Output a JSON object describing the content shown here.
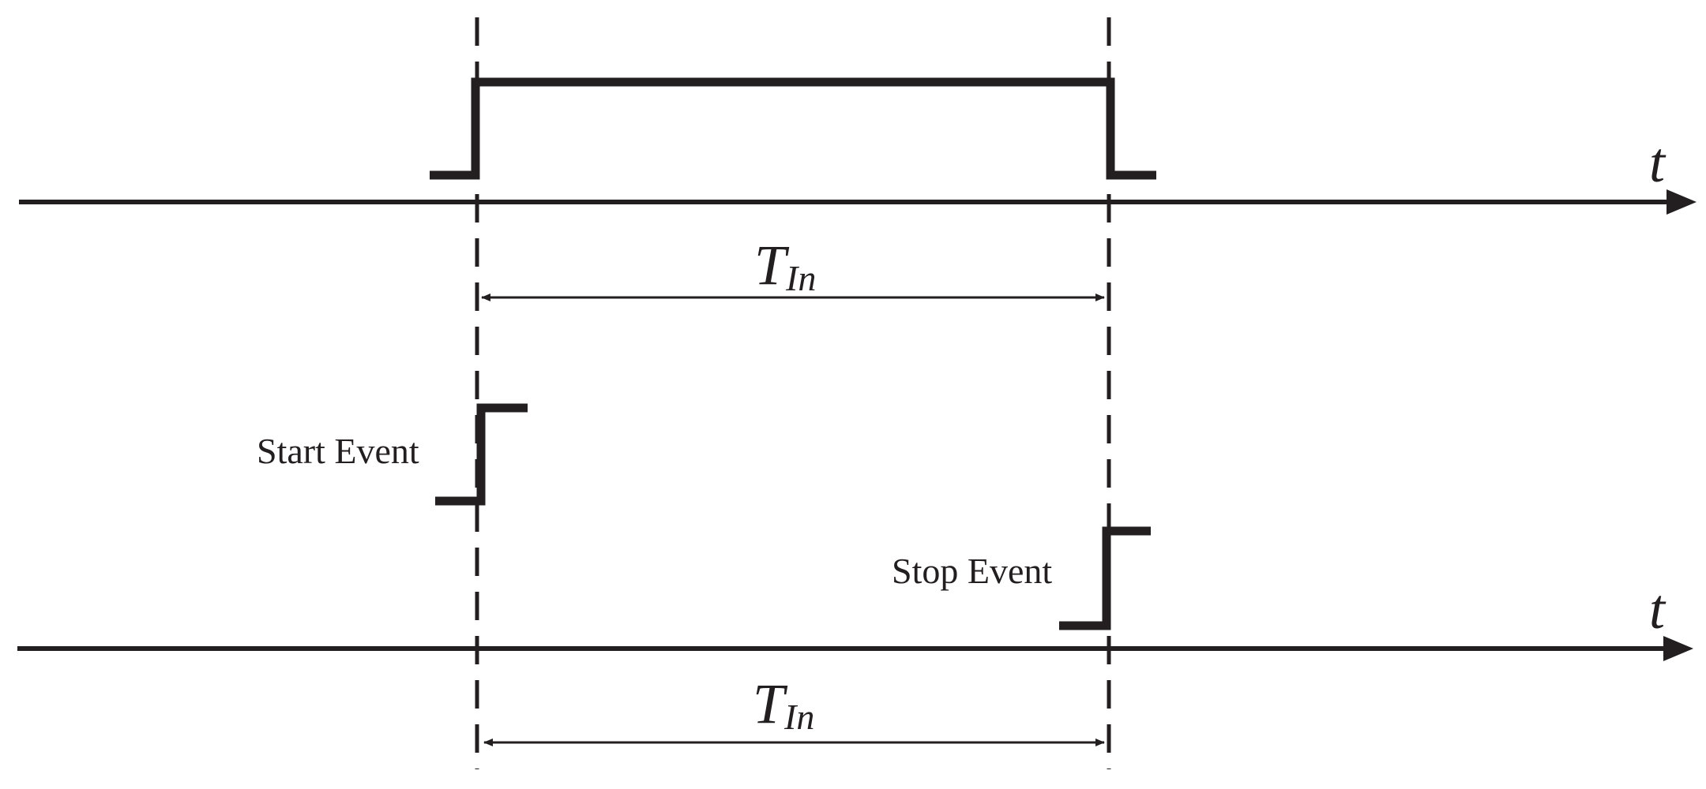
{
  "diagram": {
    "top_axis": {
      "label": "t"
    },
    "bottom_axis": {
      "label": "t"
    },
    "top_interval": {
      "symbol": "T",
      "subscript": "In"
    },
    "bottom_interval": {
      "symbol": "T",
      "subscript": "In"
    },
    "start_event": {
      "label": "Start Event"
    },
    "stop_event": {
      "label": "Stop Event"
    },
    "colors": {
      "ink": "#231f20",
      "background": "#ffffff"
    }
  }
}
